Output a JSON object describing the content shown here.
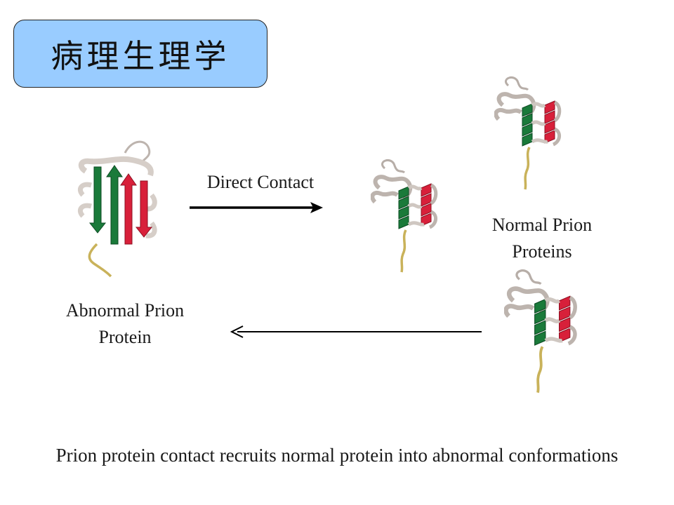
{
  "title": "病理生理学",
  "labels": {
    "direct_contact": "Direct Contact",
    "normal_line1": "Normal Prion",
    "normal_line2": "Proteins",
    "abnormal_line1": "Abnormal Prion",
    "abnormal_line2": "Protein"
  },
  "caption": "Prion protein contact recruits normal protein into abnormal conformations",
  "colors": {
    "title_box": "#99ccff",
    "green": "#1a7a3a",
    "red": "#d8203a",
    "ribbon": "#e6e1dd",
    "tail": "#c9b25a"
  }
}
